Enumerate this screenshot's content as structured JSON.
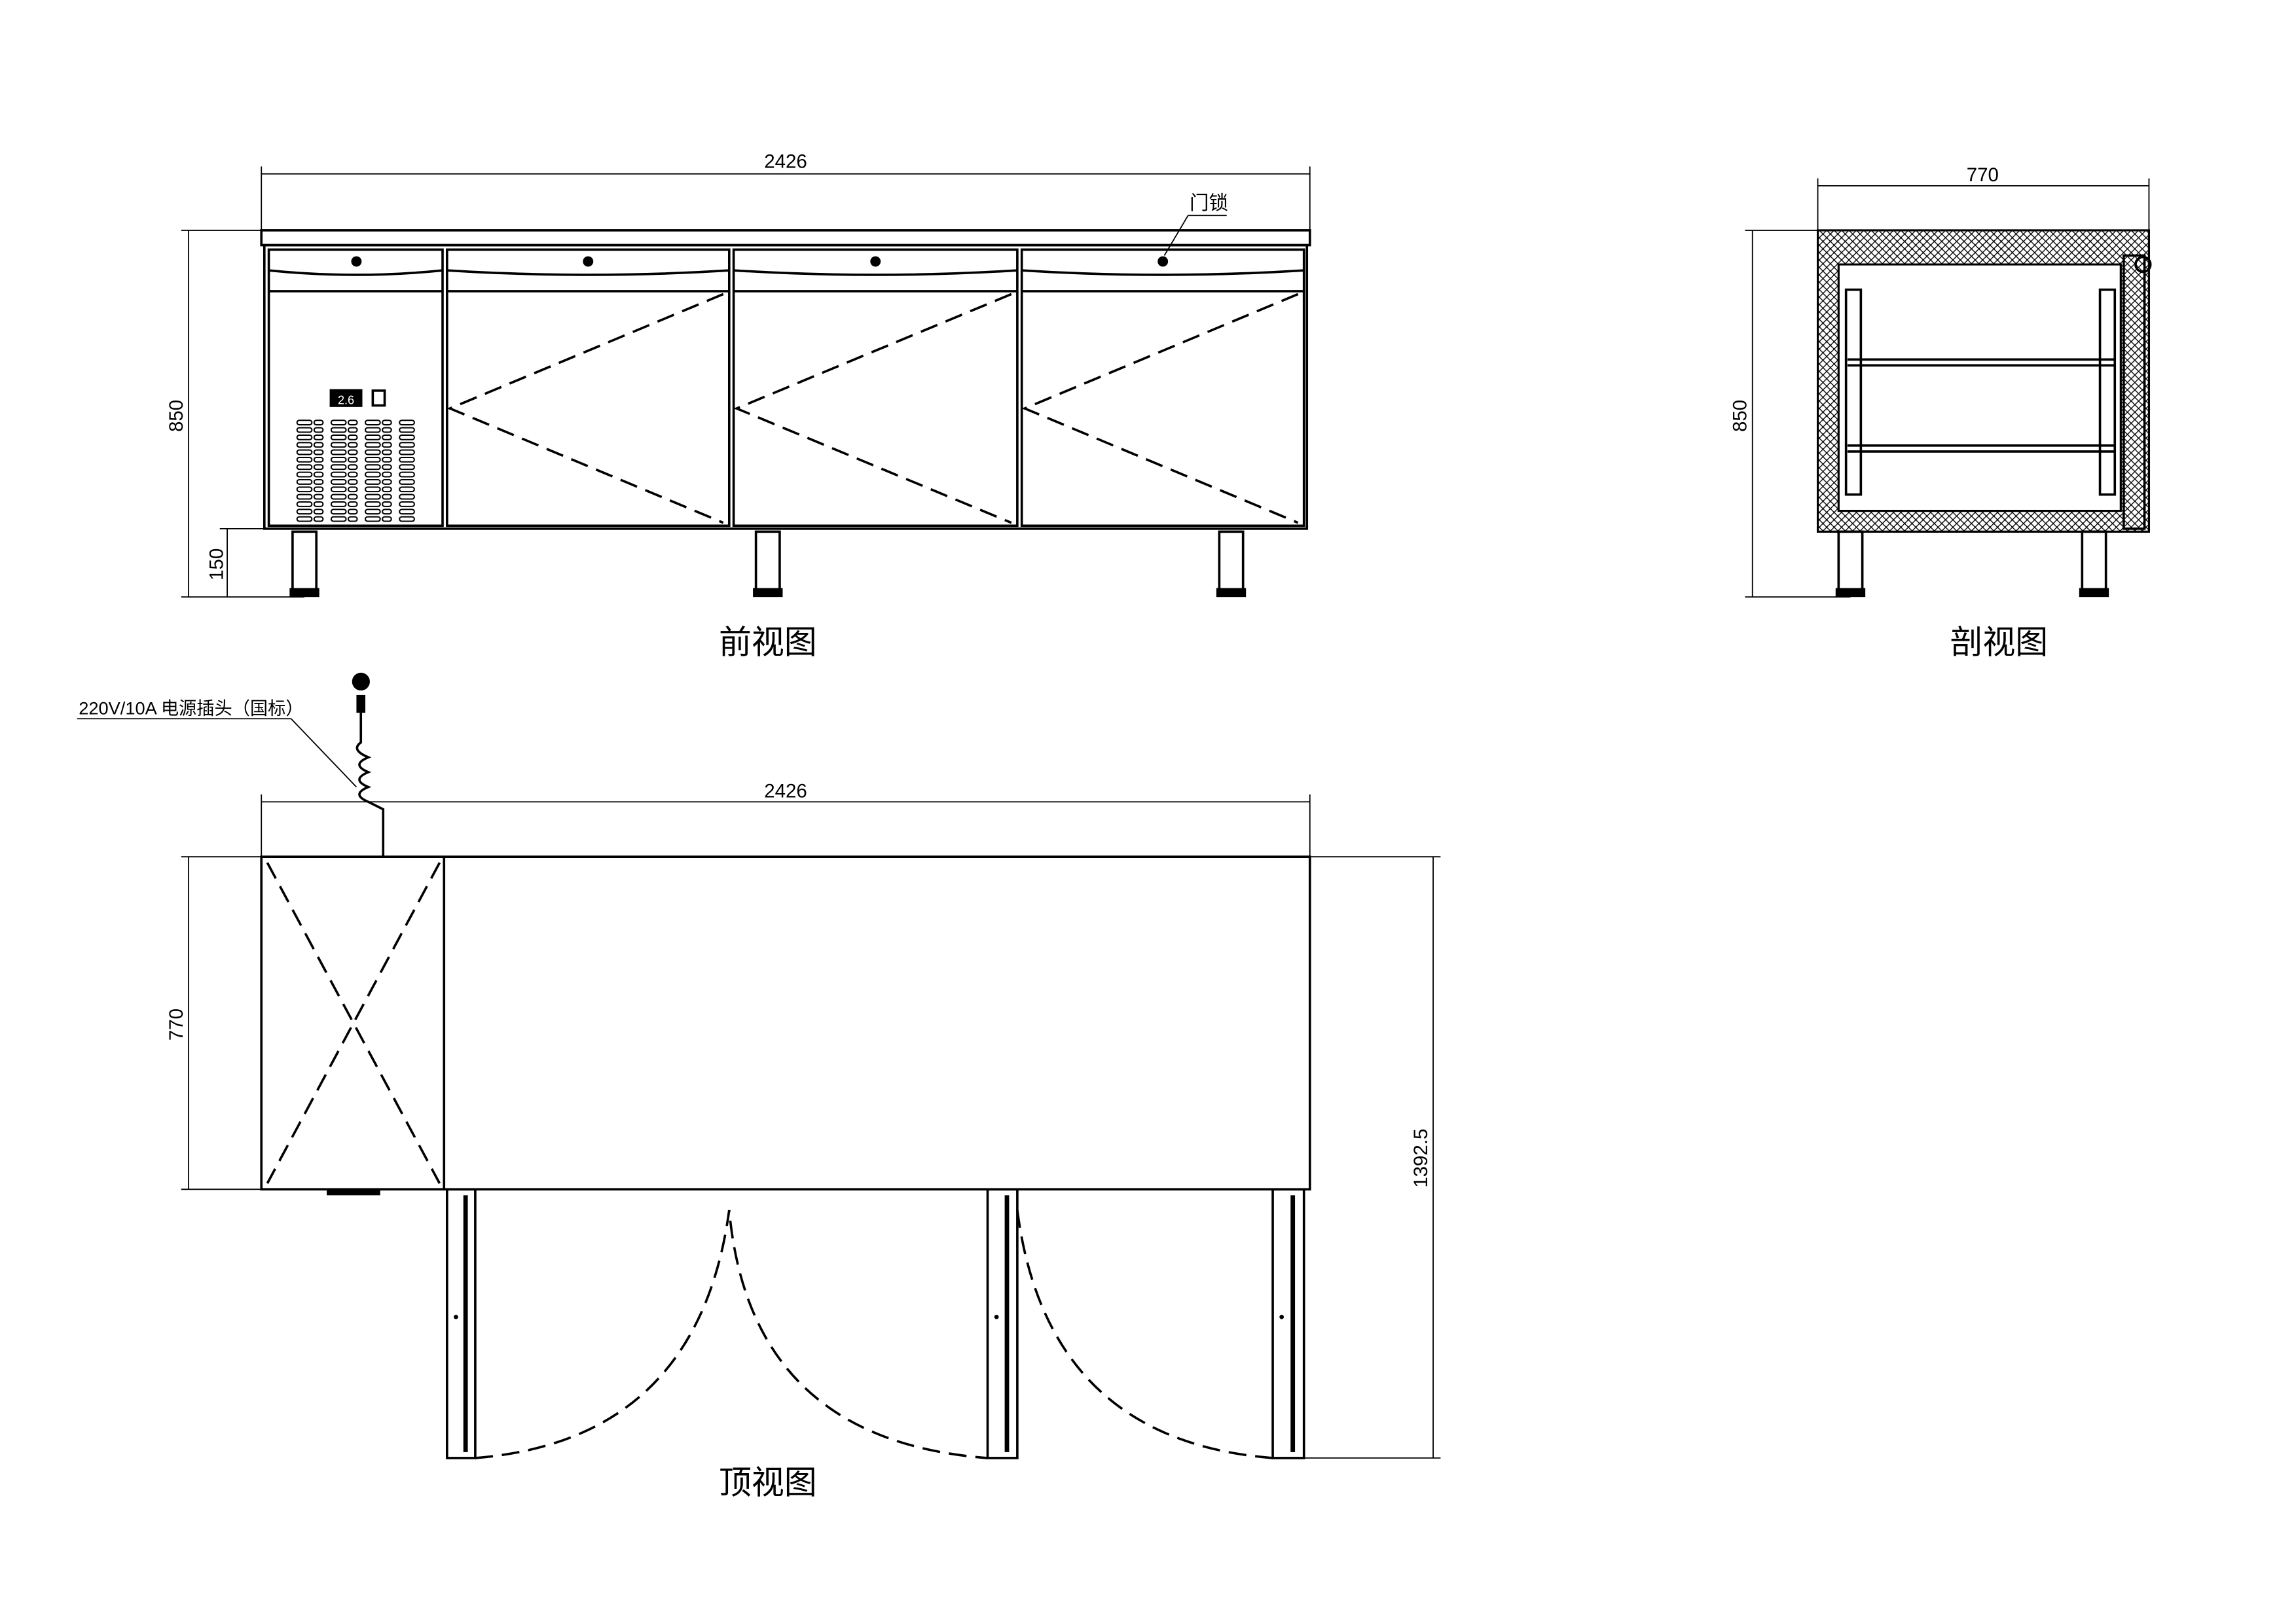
{
  "front_view": {
    "title": "前视图",
    "width_dim": "2426",
    "height_dim": "850",
    "leg_dim": "150",
    "lock_label": "门锁",
    "thermostat_display": "2.6"
  },
  "section_view": {
    "title": "剖视图",
    "depth_dim": "770",
    "height_dim": "850"
  },
  "top_view": {
    "title": "顶视图",
    "width_dim": "2426",
    "depth_dim": "770",
    "open_depth_dim": "1392.5",
    "power_label": "220V/10A 电源插头（国标）"
  }
}
